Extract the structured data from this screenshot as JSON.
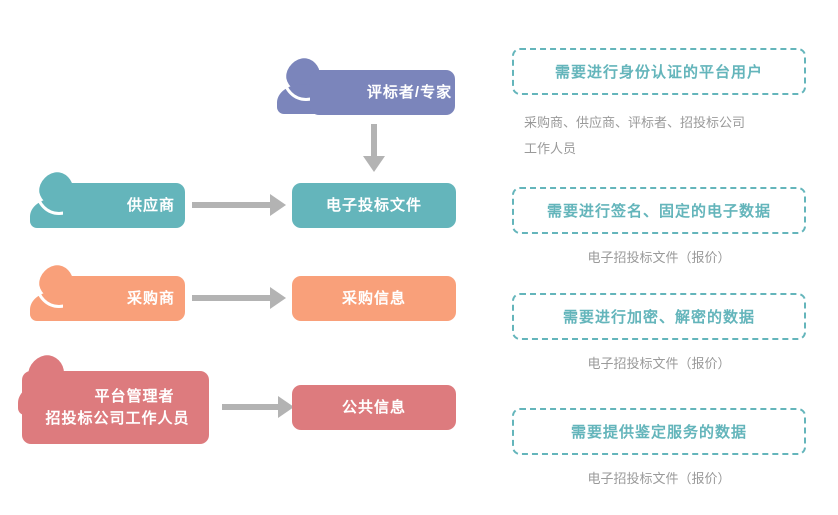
{
  "diagram": {
    "title_colors": {
      "purple": "#7b85bb",
      "teal": "#64b5bb",
      "orange": "#f9a07a",
      "pink": "#dd7b7e",
      "arrow_gray": "#b3b3b3",
      "caption_gray": "#9a9a9a"
    },
    "rows": [
      {
        "actor": {
          "lines": [
            "评标者/专家"
          ],
          "icon": "person-icon",
          "color": "#7b85bb"
        },
        "target": null,
        "connector": "arrow-down"
      },
      {
        "actor": {
          "lines": [
            "供应商"
          ],
          "icon": "person-icon",
          "color": "#64b5bb"
        },
        "target": {
          "label": "电子投标文件",
          "color": "#64b5bb"
        },
        "connector": "arrow-right"
      },
      {
        "actor": {
          "lines": [
            "采购商"
          ],
          "icon": "person-icon",
          "color": "#f9a07a"
        },
        "target": {
          "label": "采购信息",
          "color": "#f9a07a"
        },
        "connector": "arrow-right"
      },
      {
        "actor": {
          "lines": [
            "平台管理者",
            "招投标公司工作人员"
          ],
          "icon": "person-icon",
          "color": "#dd7b7e"
        },
        "target": {
          "label": "公共信息",
          "color": "#dd7b7e"
        },
        "connector": "arrow-right"
      }
    ]
  },
  "requirements": {
    "items": [
      {
        "title": "需要进行身份认证的平台用户",
        "caption": "采购商、供应商、评标者、招投标公司\n工作人员",
        "caption_align": "left"
      },
      {
        "title": "需要进行签名、固定的电子数据",
        "caption": "电子招投标文件（报价）",
        "caption_align": "center"
      },
      {
        "title": "需要进行加密、解密的数据",
        "caption": "电子招投标文件（报价）",
        "caption_align": "center"
      },
      {
        "title": "需要提供鉴定服务的数据",
        "caption": "电子招投标文件（报价）",
        "caption_align": "center"
      }
    ]
  }
}
